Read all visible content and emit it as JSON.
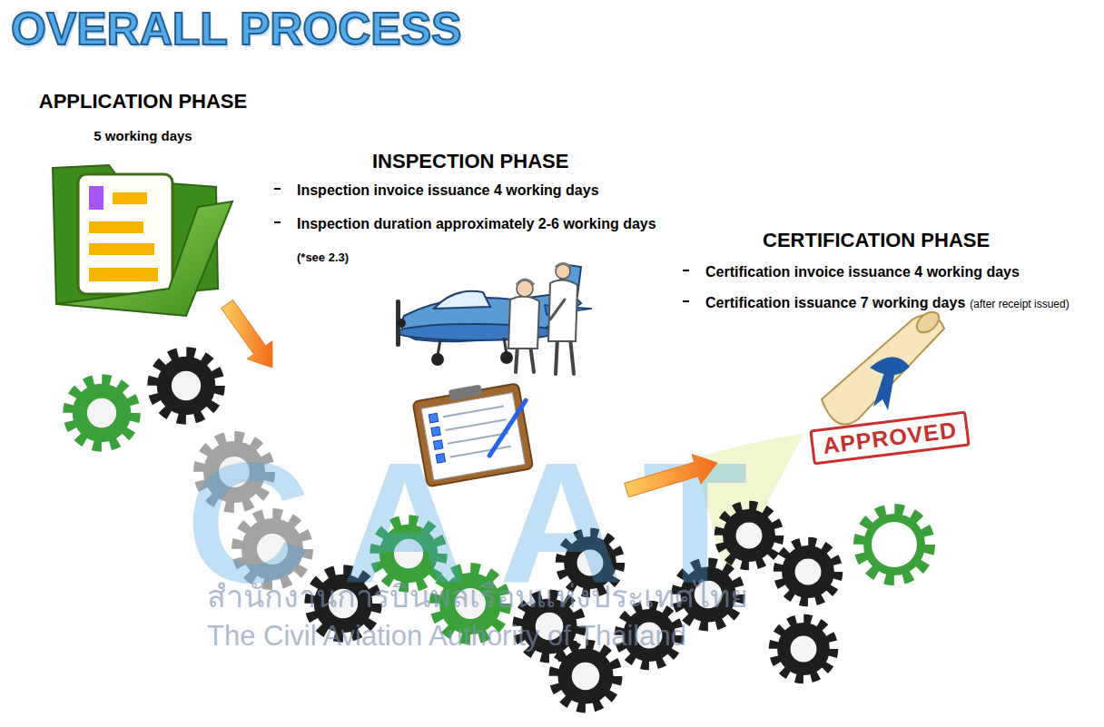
{
  "diagram": {
    "title": "OVERALL PROCESS",
    "nodes": [
      {
        "text": [
          "APPLICATION PHASE",
          "5 working days"
        ]
      },
      {
        "text": [
          "INSPECTION PHASE",
          "Inspection invoice issuance 4 working days",
          "Inspection duration approximately 2-6 working days",
          "(*see 2.3)"
        ]
      },
      {
        "text": [
          "CERTIFICATION PHASE",
          "Certification invoice issuance 4 working days",
          "Certification issuance 7 working days",
          "(after receipt issued)"
        ]
      }
    ],
    "edges": [
      {
        "from": 0,
        "to": 1,
        "arrow": "to"
      },
      {
        "from": 1,
        "to": 2,
        "arrow": "to"
      }
    ],
    "labels": [
      "APPROVED",
      "CAAT",
      "สำนักงานการบินพลเรือนแห่งประเทศไทย",
      "The Civil Aviation Authority of Thailand"
    ]
  }
}
